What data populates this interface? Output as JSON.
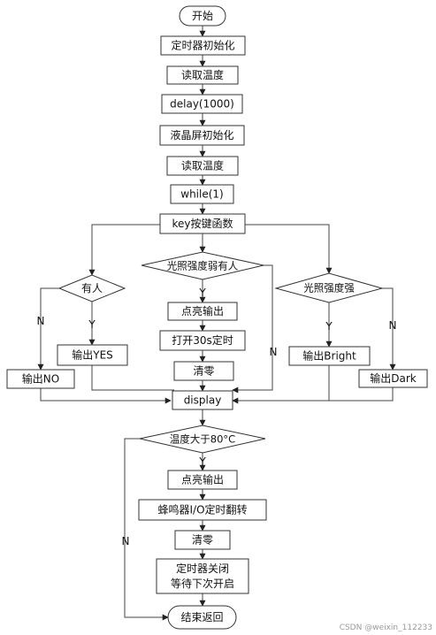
{
  "nodes": {
    "start": "开始",
    "timer_init": "定时器初始化",
    "read_temp_1": "读取温度",
    "delay": "delay(1000)",
    "lcd_init": "液晶屏初始化",
    "read_temp_2": "读取温度",
    "while_loop": "while(1)",
    "key_func": "key按键函数",
    "has_person": "有人",
    "light_weak_person": "光照强度弱有人",
    "light_strong": "光照强度强",
    "output_yes": "输出YES",
    "output_no": "输出NO",
    "light_on_1": "点亮输出",
    "open_timer": "打开30s定时",
    "clear_1": "清零",
    "output_bright": "输出Bright",
    "output_dark": "输出Dark",
    "display": "display",
    "temp_check": "温度大于80°C",
    "light_on_2": "点亮输出",
    "buzzer_toggle": "蜂鸣器I/O定时翻转",
    "clear_2": "清零",
    "close_timer_line1": "定时器关闭",
    "close_timer_line2": "等待下次开启",
    "end": "结束返回"
  },
  "edge_labels": {
    "yes": "Y",
    "no": "N"
  },
  "watermark": "CSDN @weixin_112233"
}
